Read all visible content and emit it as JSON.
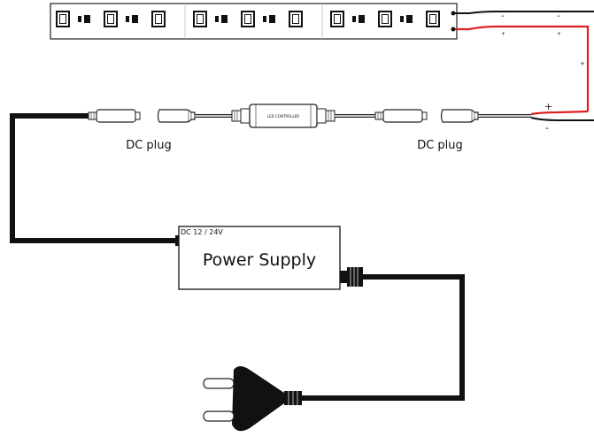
{
  "labels": {
    "dc_plug_left": "DC plug",
    "dc_plug_right": "DC plug",
    "power_supply_title": "Power Supply",
    "power_supply_voltage": "DC 12 / 24V",
    "controller_label": "LED CONTROLLER",
    "strip_wire_minus_1": "-",
    "strip_wire_minus_2": "-",
    "strip_wire_plus_1": "+",
    "strip_wire_plus_2": "+",
    "strip_wire_plus_3": "+",
    "lead_plus": "+",
    "lead_minus": "-"
  },
  "colors": {
    "cable": "#111111",
    "positive_wire": "#e02020",
    "negative_wire": "#111111",
    "outline": "#222222"
  }
}
